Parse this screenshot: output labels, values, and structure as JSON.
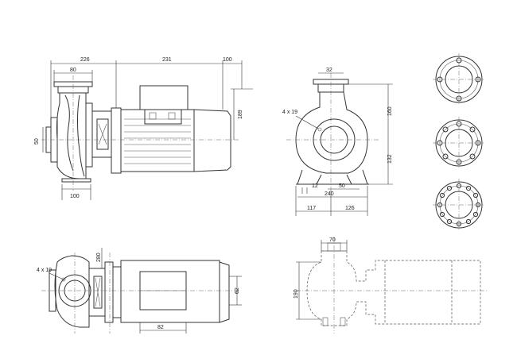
{
  "dimensions": {
    "d226": "226",
    "d231": "231",
    "d100_top": "100",
    "d80": "80",
    "d189": "189",
    "d50": "50",
    "d100_bottom": "100",
    "d32": "32",
    "d4x19_right": "4 x 19",
    "d160": "160",
    "d132": "132",
    "d12": "12",
    "d50_right": "50",
    "d240": "240",
    "d117": "117",
    "d126": "126",
    "d280": "280",
    "d4x19_bottom": "4 x 19",
    "d62": "62",
    "d82": "82",
    "d70": "70",
    "d190": "190"
  },
  "colors": {
    "line": "#333333",
    "background": "#ffffff"
  }
}
